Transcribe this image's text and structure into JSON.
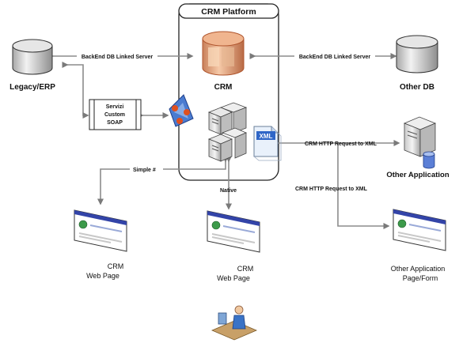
{
  "platform": {
    "title": "CRM Platform"
  },
  "nodes": {
    "legacy": "Legacy/ERP",
    "crm": "CRM",
    "other_db": "Other DB",
    "soap_lines": [
      "Servizi",
      "Custom",
      "SOAP"
    ],
    "xml": "XML",
    "other_app": "Other Application",
    "crm_page_1": [
      "CRM",
      "Web Page"
    ],
    "crm_page_2": [
      "CRM",
      "Web Page"
    ],
    "other_page": [
      "Other Application",
      "Page/Form"
    ]
  },
  "connections": {
    "linked_left": "BackEnd DB Linked Server",
    "linked_right": "BackEnd DB Linked Server",
    "http_1": "CRM HTTP Request to XML",
    "http_2": "CRM HTTP Request to XML",
    "simple": "Simple #",
    "native": "Native"
  },
  "colors": {
    "accent_orange": "#e0501f",
    "crm_db": "#e9b08a",
    "grey_db": "#d9d9d9",
    "connector": "#8c8c8c",
    "browser_blue": "#3344a8"
  },
  "icons": [
    "database-icon",
    "server-icon",
    "xml-document-icon",
    "soap-services-icon",
    "web-page-icon",
    "user-at-computer-icon"
  ]
}
